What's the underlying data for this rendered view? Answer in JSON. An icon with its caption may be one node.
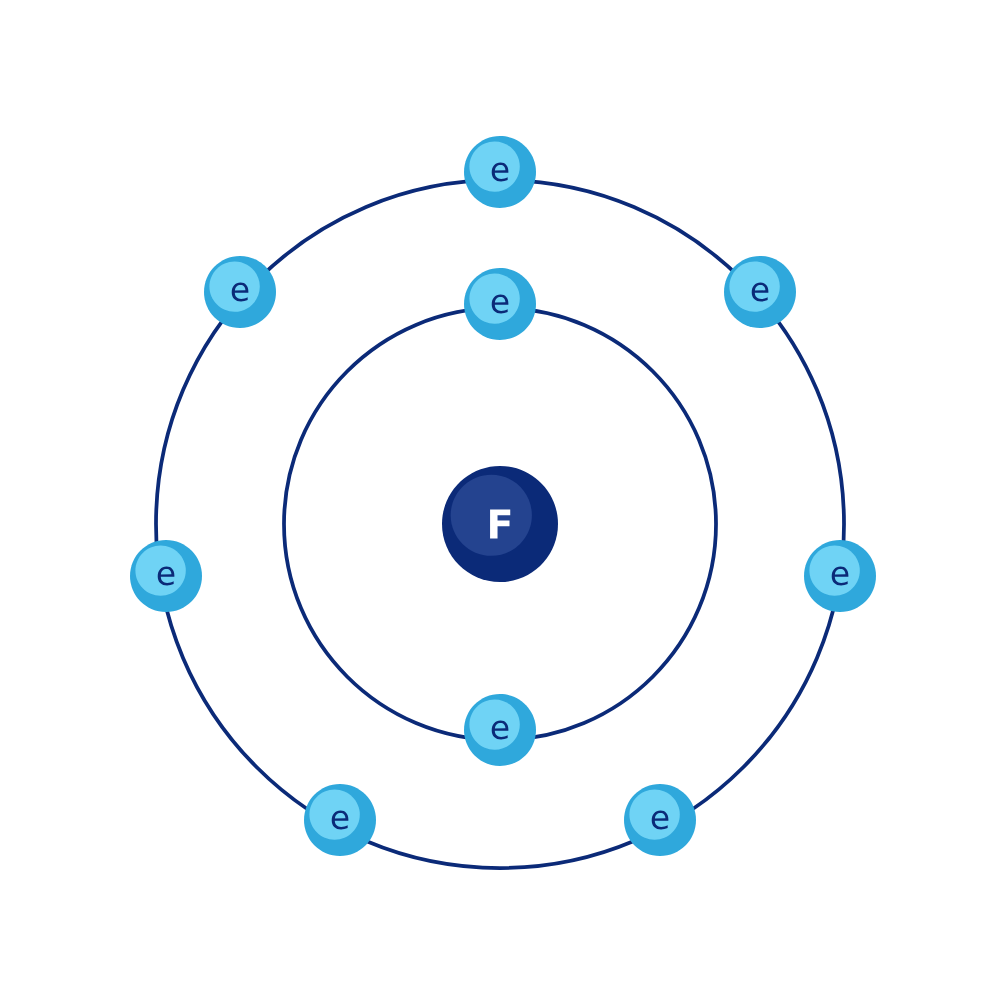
{
  "diagram": {
    "nodes": [
      {
        "text": [
          "e"
        ]
      },
      {
        "text": [
          "e"
        ]
      },
      {
        "text": [
          "e"
        ]
      },
      {
        "text": [
          "e"
        ]
      },
      {
        "text": [
          "F"
        ]
      },
      {
        "text": [
          "e"
        ]
      },
      {
        "text": [
          "e"
        ]
      },
      {
        "text": [
          "e"
        ]
      },
      {
        "text": [
          "e"
        ]
      },
      {
        "text": [
          "e"
        ]
      }
    ]
  }
}
